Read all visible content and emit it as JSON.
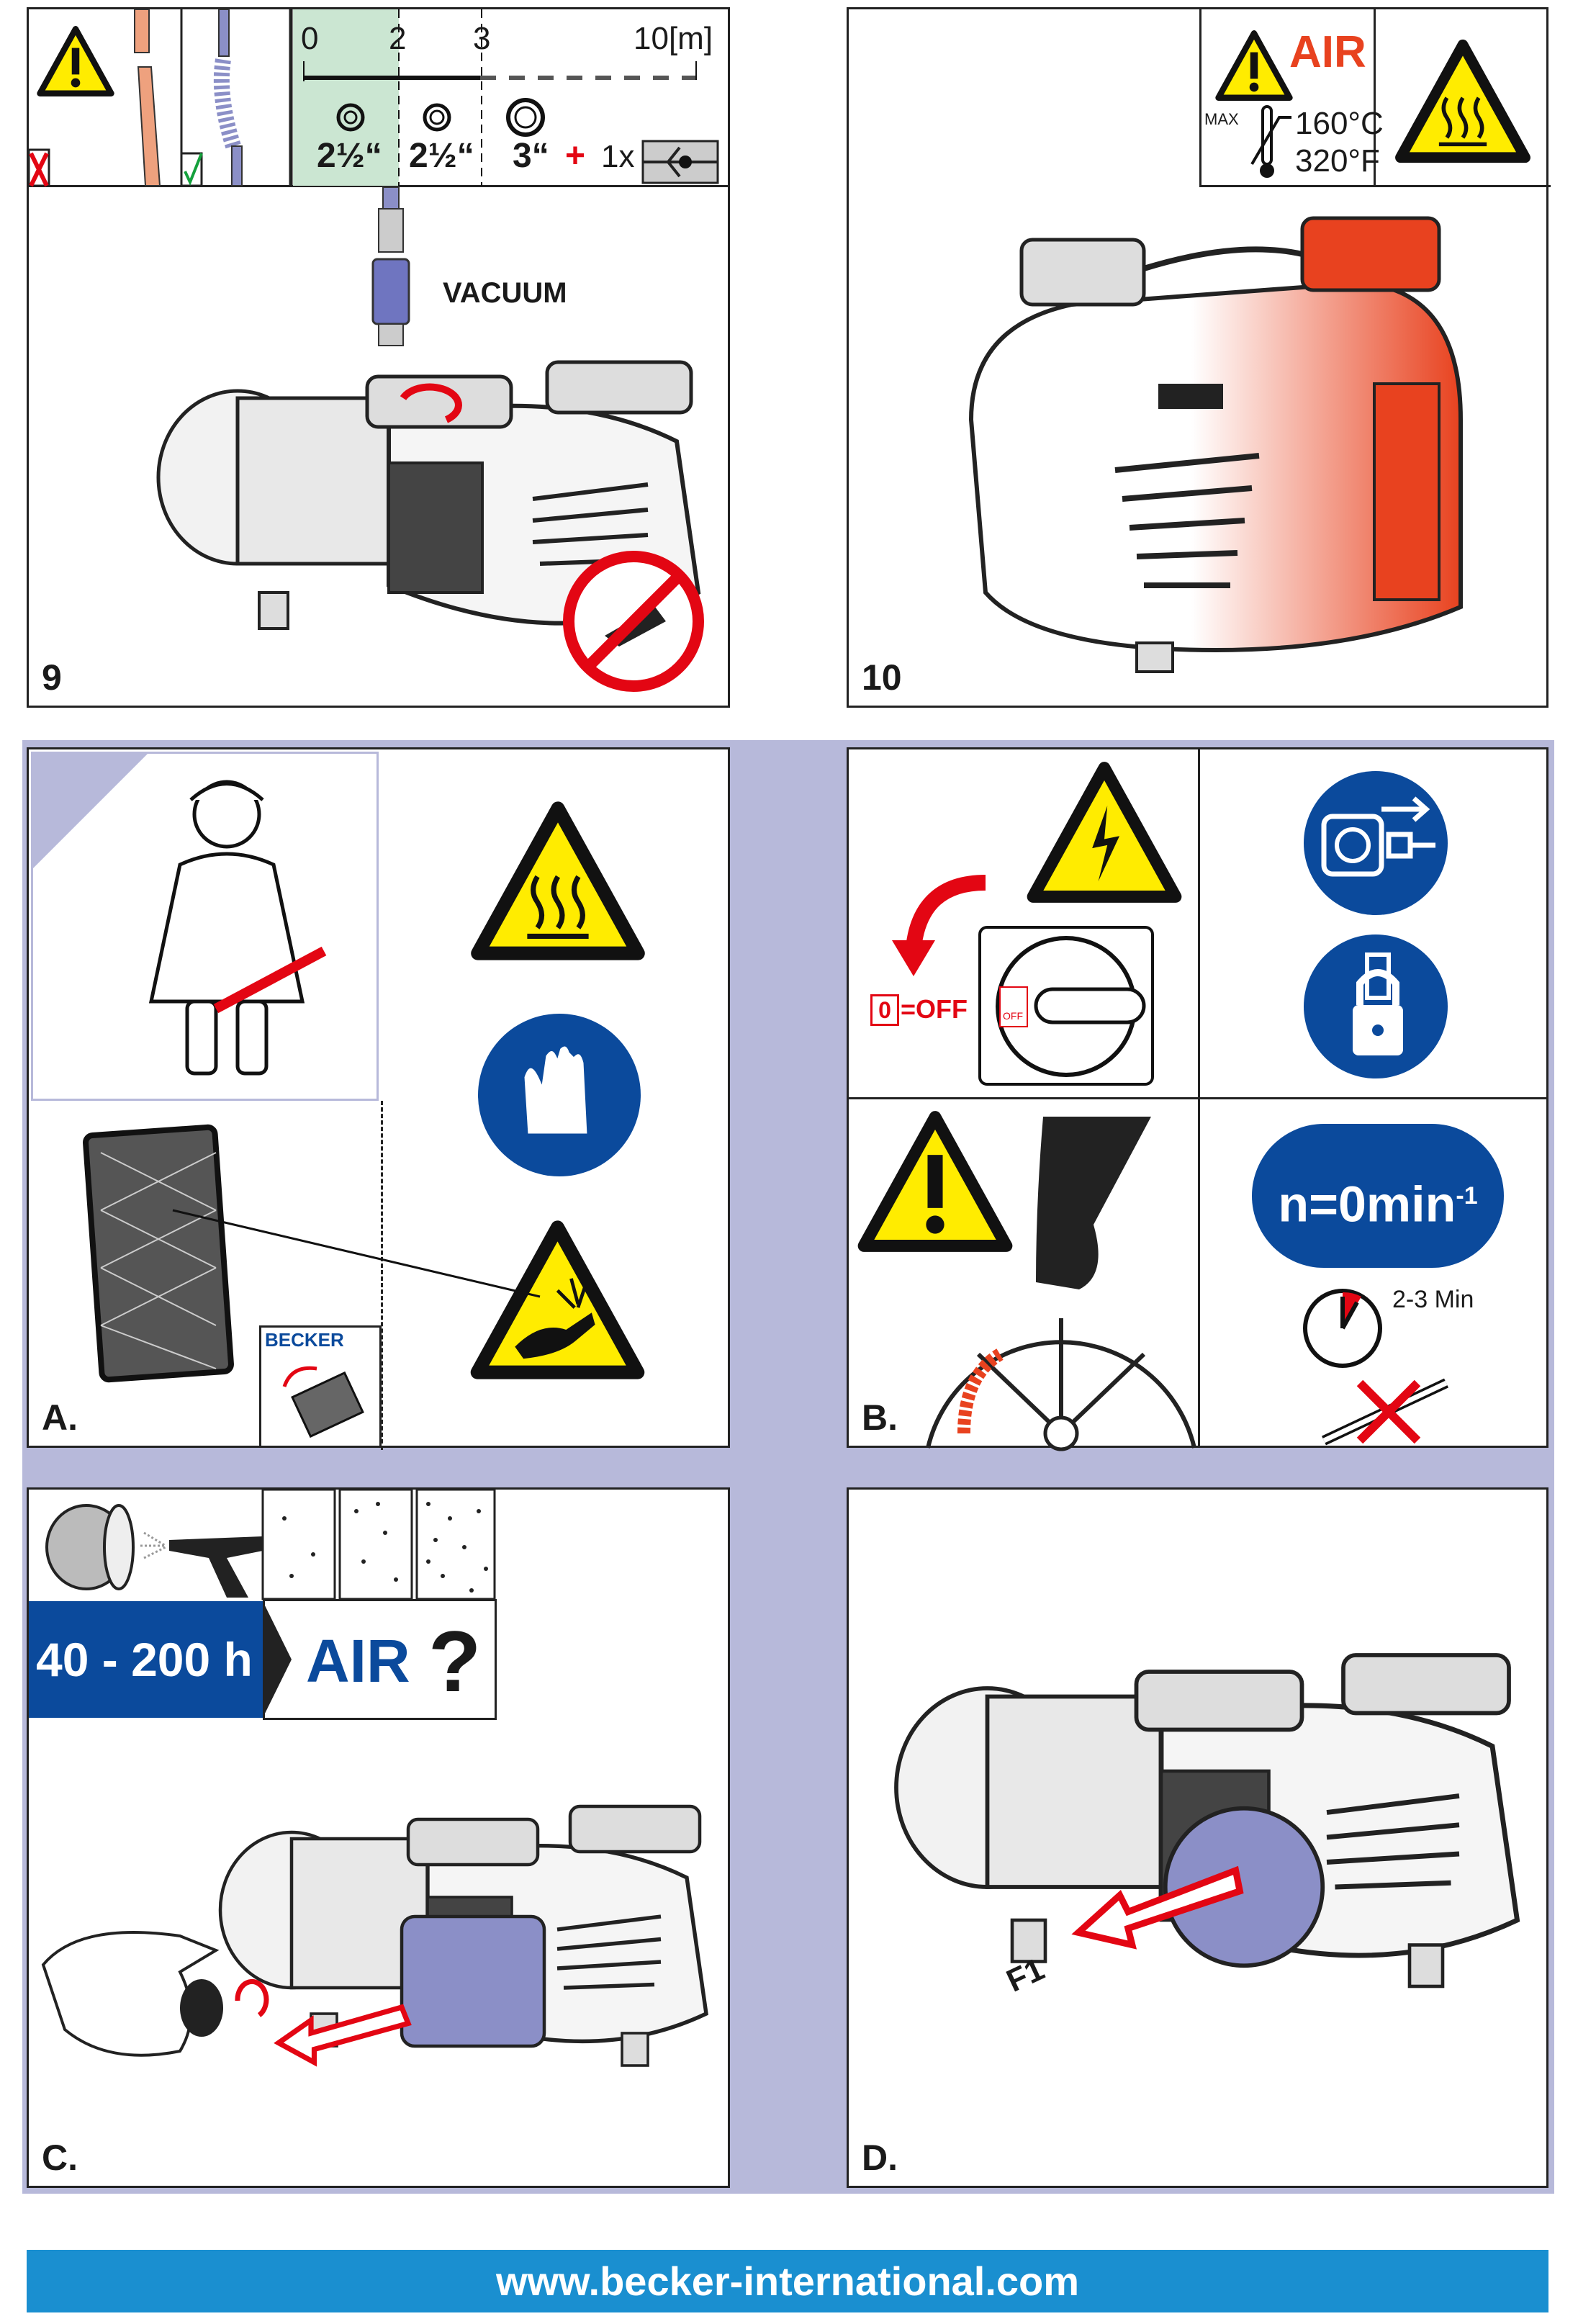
{
  "panel_9": {
    "number": "9",
    "scale_labels": [
      "0",
      "2",
      "3",
      "10"
    ],
    "scale_unit": "[m]",
    "sizes": [
      "2½“",
      "2½“",
      "3“"
    ],
    "plus": "+",
    "valve_count": "1x",
    "vacuum_label": "VACUUM",
    "icons": [
      "warning-icon",
      "rigid-pipe-wrong-icon",
      "flexible-hose-correct-icon",
      "check-valve-icon",
      "no-grinding-icon"
    ]
  },
  "panel_10": {
    "number": "10",
    "air_label": "AIR",
    "max_label": "MAX",
    "temp_c": "160°C",
    "temp_f": "320°F",
    "icons": [
      "warning-icon",
      "thermometer-icon",
      "hot-surface-icon"
    ]
  },
  "panel_a": {
    "label": "A.",
    "brand": "BECKER",
    "icons": [
      "technician-icon",
      "hot-surface-icon",
      "gloves-icon",
      "sharp-edge-hand-icon",
      "filter-mesh-icon"
    ]
  },
  "panel_b": {
    "label": "B.",
    "off_zero": "0",
    "off_label": "=OFF",
    "switch_off": "OFF",
    "speed_label": "n=0min",
    "speed_sup": "-1",
    "wait_label": "2-3 Min",
    "icons": [
      "electric-hazard-icon",
      "disconnect-plug-icon",
      "lockout-icon",
      "warning-icon",
      "hand-fan-hazard-icon",
      "timer-icon",
      "no-wrench-icon"
    ]
  },
  "panel_c": {
    "label": "C.",
    "hours": "40 - 200 h",
    "air_label": "AIR",
    "question": "?",
    "icons": [
      "filter-cartridge-icon",
      "air-gun-icon",
      "dust-level-icon"
    ]
  },
  "panel_d": {
    "label": "D.",
    "filter_label": "F1"
  },
  "footer": {
    "url": "www.becker-international.com"
  },
  "colors": {
    "safety_yellow": "#ffec00",
    "blue": "#0b4a9c",
    "red": "#e30613",
    "orange": "#e8421f",
    "lavender": "#b7b9da",
    "footer_blue": "#1a8fd0",
    "green": "#cbe6d2"
  }
}
